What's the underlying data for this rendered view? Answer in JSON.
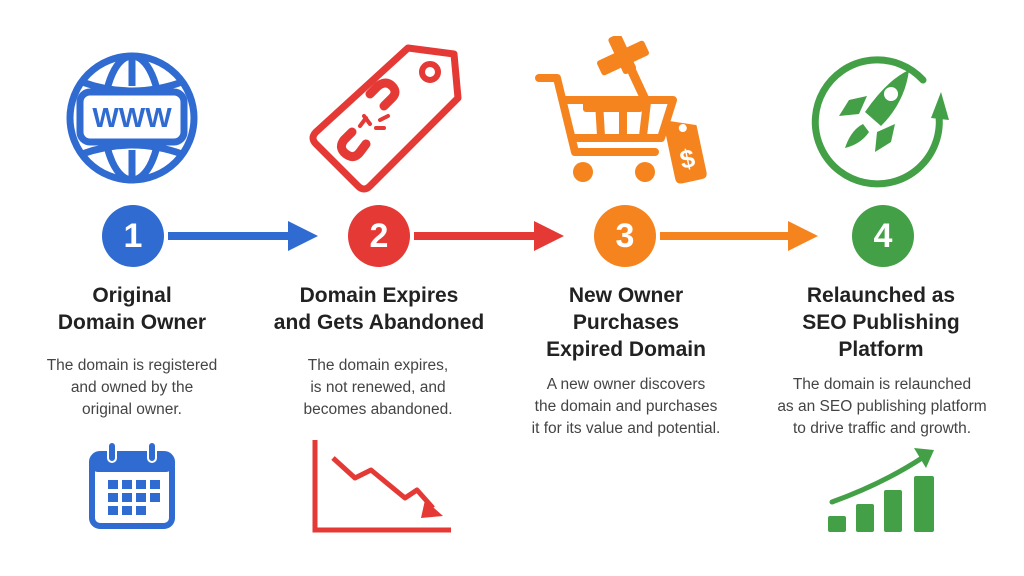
{
  "colors": {
    "step1": "#2F6BD1",
    "step2": "#E53935",
    "step3": "#F5841F",
    "step4": "#43A047"
  },
  "steps": [
    {
      "number": "1",
      "title_line1": "Original",
      "title_line2": "Domain Owner",
      "title_line3": "",
      "desc_line1": "The domain is registered",
      "desc_line2": "and owned by the",
      "desc_line3": "original owner.",
      "top_icon": "globe-www-icon",
      "bottom_icon": "calendar-icon",
      "globe_text": "WWW"
    },
    {
      "number": "2",
      "title_line1": "Domain Expires",
      "title_line2": "and Gets Abandoned",
      "title_line3": "",
      "desc_line1": "The domain expires,",
      "desc_line2": "is not renewed, and",
      "desc_line3": "becomes abandoned.",
      "top_icon": "broken-link-tag-icon",
      "bottom_icon": "declining-chart-icon"
    },
    {
      "number": "3",
      "title_line1": "New Owner",
      "title_line2": "Purchases",
      "title_line3": "Expired Domain",
      "desc_line1": "A new owner discovers",
      "desc_line2": "the domain and purchases",
      "desc_line3": "it for its value and potential.",
      "top_icon": "cart-gavel-price-tag-icon",
      "bottom_icon": "",
      "tag_text": "$"
    },
    {
      "number": "4",
      "title_line1": "Relaunched as",
      "title_line2": "SEO Publishing",
      "title_line3": "Platform",
      "desc_line1": "The domain is relaunched",
      "desc_line2": "as an SEO publishing platform",
      "desc_line3": "to drive traffic and growth.",
      "top_icon": "rocket-cycle-icon",
      "bottom_icon": "growth-bar-chart-icon"
    }
  ]
}
